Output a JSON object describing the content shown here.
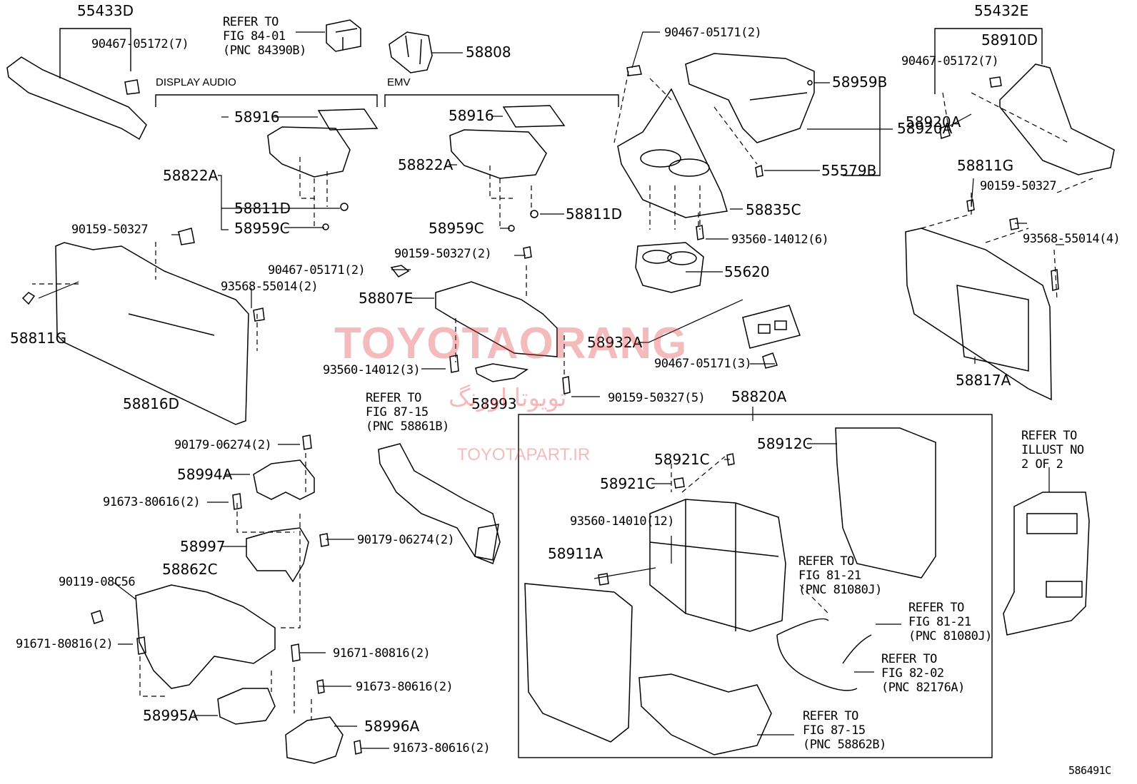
{
  "sections": {
    "display_audio": "DISPLAY AUDIO",
    "emv": "EMV"
  },
  "refs": {
    "r8401": "REFER TO\nFIG 84-01\n(PNC 84390B)",
    "r8715a": "REFER TO\nFIG 87-15\n(PNC 58861B)",
    "r_illust": "REFER TO\nILLUST NO\n2 OF 2",
    "r8121a": "REFER TO\nFIG 81-21\n(PNC 81080J)",
    "r8121b": "REFER TO\nFIG 81-21\n(PNC 81080J)",
    "r8202": "REFER TO\nFIG 82-02\n(PNC 82176A)",
    "r8715b": "REFER TO\nFIG 87-15\n(PNC 58862B)"
  },
  "parts": {
    "p55433D": "55433D",
    "p9046705172_7a": "90467-05172(7)",
    "p58808": "58808",
    "p58916a": "58916",
    "p58822Aa": "58822A",
    "p58811Da": "58811D",
    "p58959Ca": "58959C",
    "p58916b": "58916",
    "p58822Ab": "58822A",
    "p58959Cb": "58959C",
    "p58811Db": "58811D",
    "p9046705171_2a": "90467-05171(2)",
    "p58959B": "58959B",
    "p58920A": "58920A",
    "p55579B": "55579B",
    "p58835C": "58835C",
    "p55432E": "55432E",
    "p58910D": "58910D",
    "p9046705172_7b": "90467-05172(7)",
    "p58920Ab": "58920A",
    "p58811Ga": "58811G",
    "p9015950327a": "90159-50327",
    "p9356855014_4": "93568-55014(4)",
    "p58817A": "58817A",
    "p9015950327b": "90159-50327",
    "p58811Gb": "58811G",
    "p9356855014_2": "93568-55014(2)",
    "p58816D": "58816D",
    "p9015950327_2": "90159-50327(2)",
    "p9046705171_2b": "90467-05171(2)",
    "p58807E": "58807E",
    "p9356014012_3": "93560-14012(3)",
    "p58993": "58993",
    "p9015950327_5": "90159-50327(5)",
    "p9356014012_6": "93560-14012(6)",
    "p55620": "55620",
    "p58932A": "58932A",
    "p9046705171_3": "90467-05171(3)",
    "p58820A": "58820A",
    "p9017906274_2a": "90179-06274(2)",
    "p58994A": "58994A",
    "p9167380616_2a": "91673-80616(2)",
    "p58997": "58997",
    "p9017906274_2b": "90179-06274(2)",
    "p58862C": "58862C",
    "p9011908C56": "90119-08C56",
    "p9167180816_2a": "91671-80816(2)",
    "p9167180816_2b": "91671-80816(2)",
    "p9167380616_2b": "91673-80616(2)",
    "p58995A": "58995A",
    "p58996A": "58996A",
    "p9167380616_2c": "91673-80616(2)",
    "p58921Ca": "58921C",
    "p58921Cb": "58921C",
    "p58912C": "58912C",
    "p9356014010_12": "93560-14010(12)",
    "p58911A": "58911A"
  },
  "watermark": {
    "main": "TOYOTAORANG",
    "persian": "تویوتا اورنگ",
    "url": "TOYOTAPART.IR"
  },
  "diagram_id": "586491C"
}
